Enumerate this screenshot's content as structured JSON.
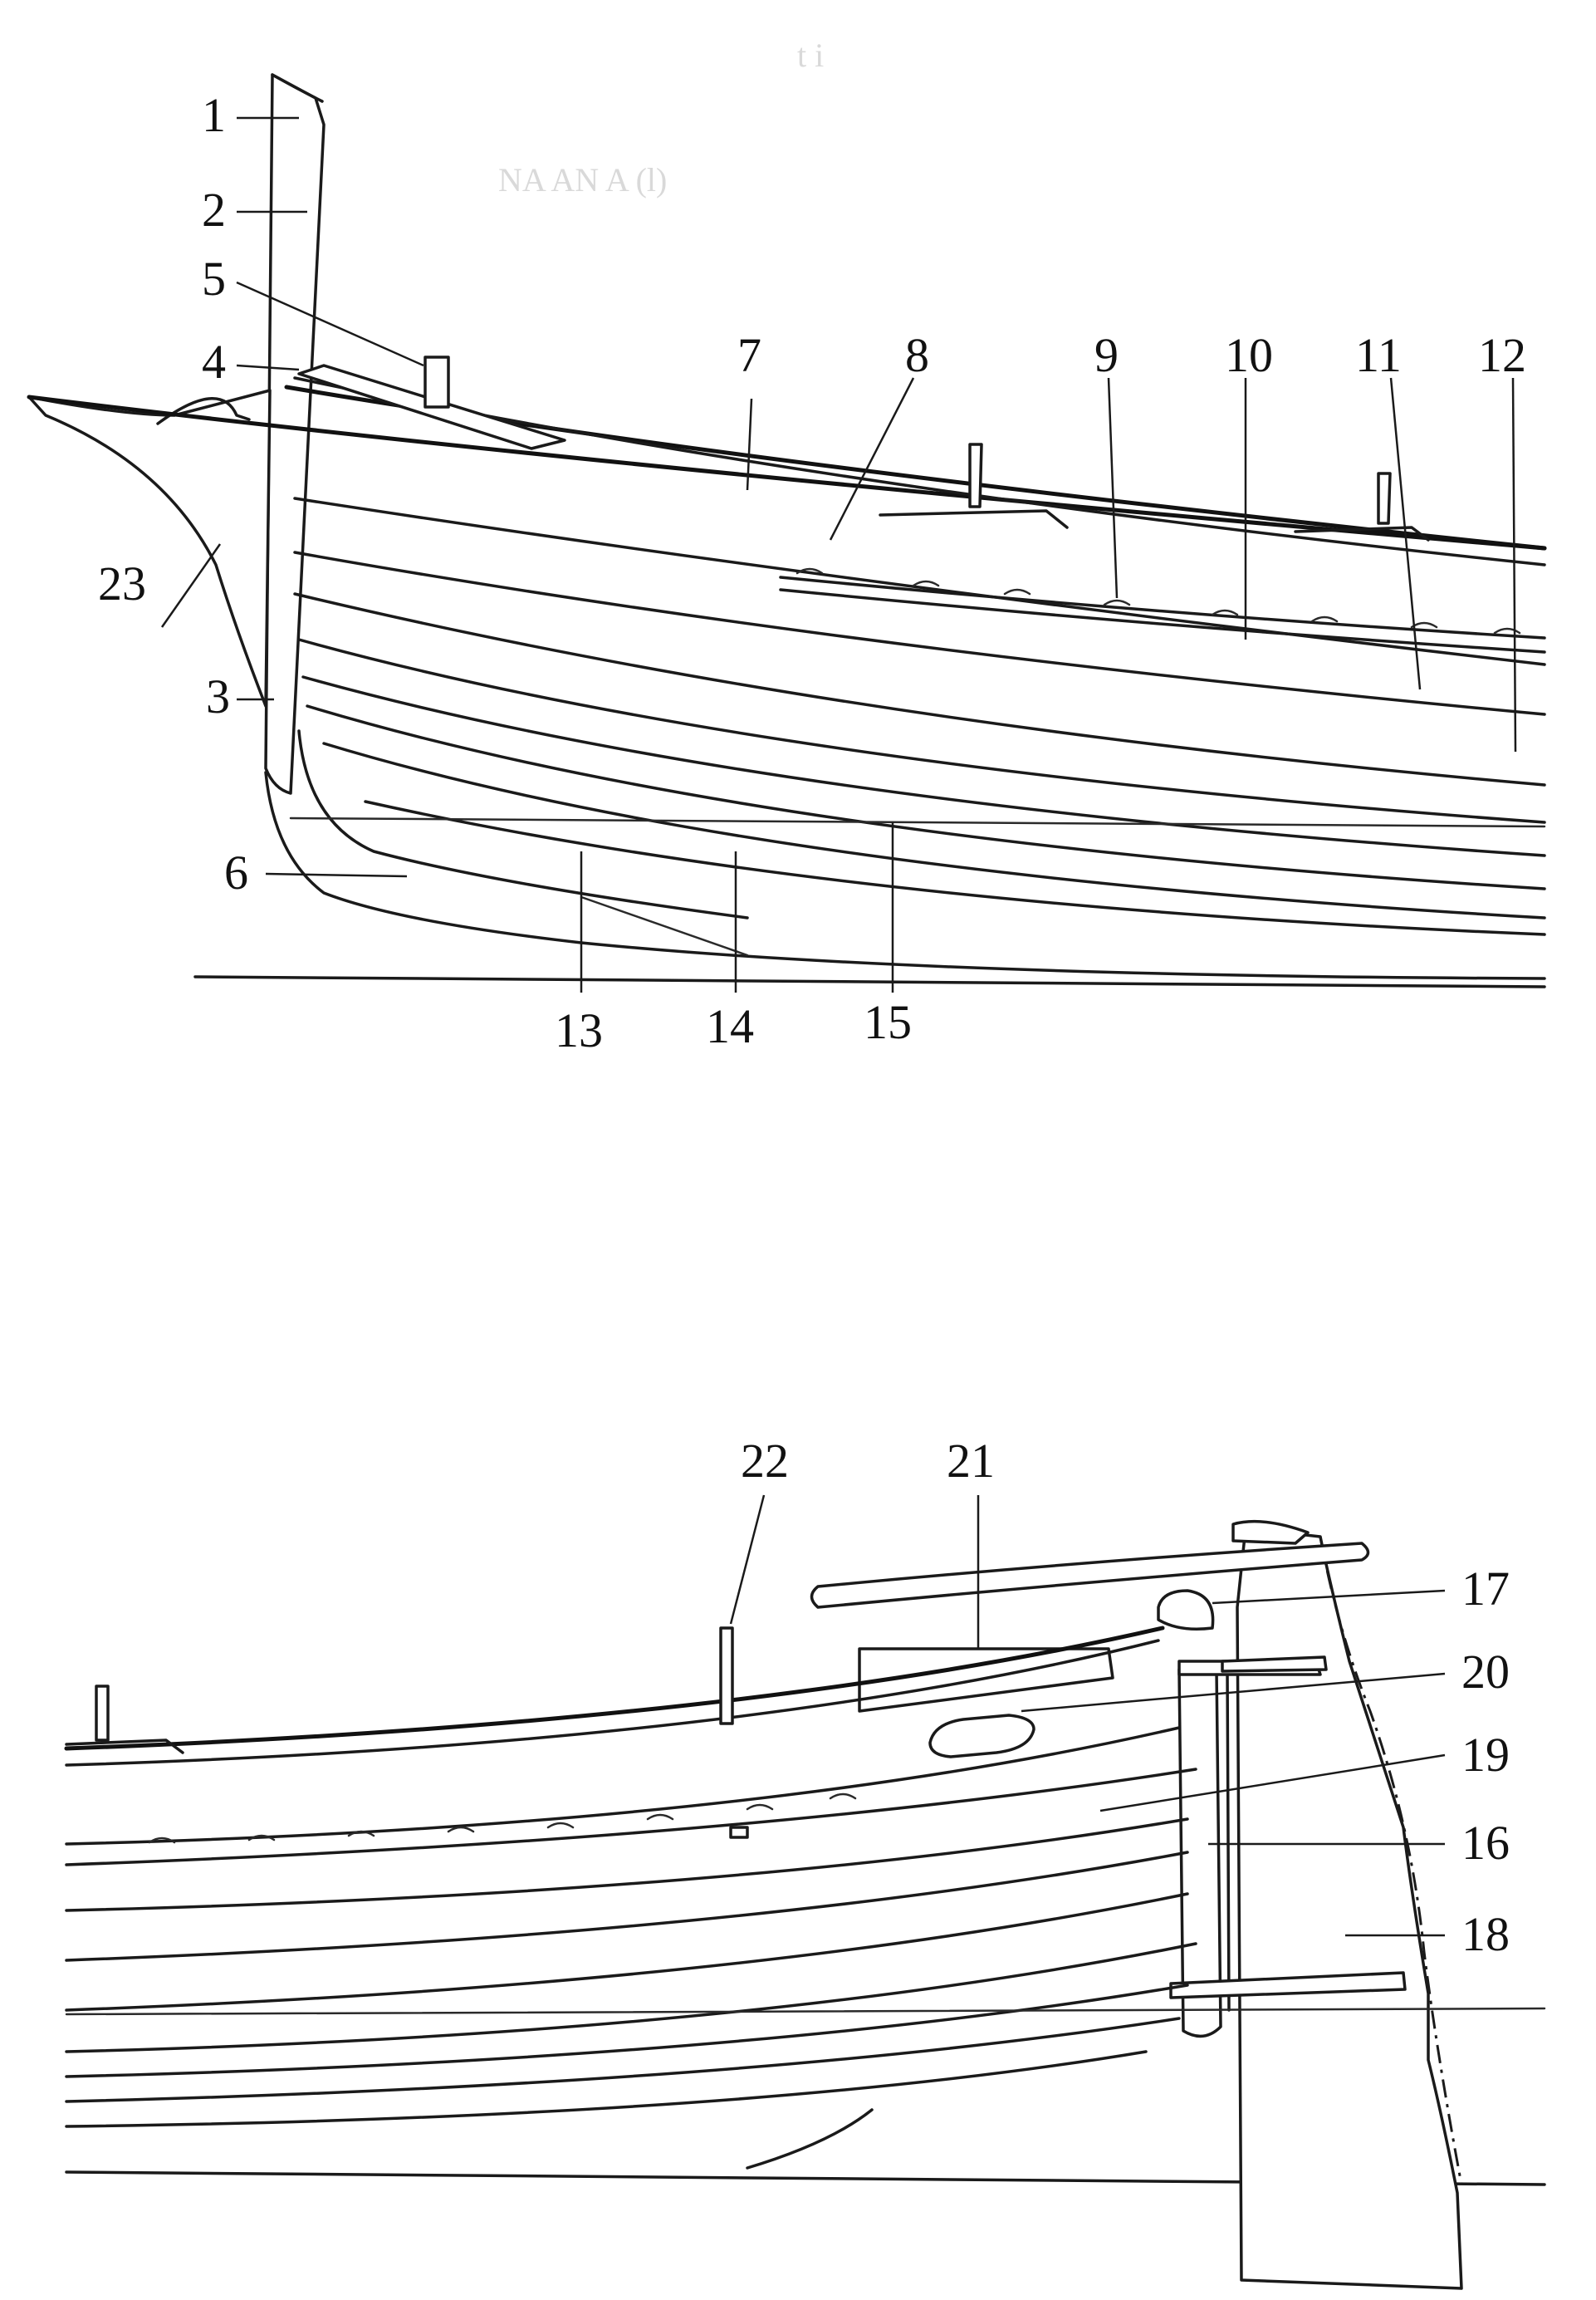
{
  "callouts": {
    "c1": "1",
    "c2": "2",
    "c3": "3",
    "c4": "4",
    "c5": "5",
    "c6": "6",
    "c7": "7",
    "c8": "8",
    "c9": "9",
    "c10": "10",
    "c11": "11",
    "c12": "12",
    "c13": "13",
    "c14": "14",
    "c15": "15",
    "c16": "16",
    "c17": "17",
    "c18": "18",
    "c19": "19",
    "c20": "20",
    "c21": "21",
    "c22": "22",
    "c23": "23"
  },
  "colors": {
    "ink": "#1a1a1a",
    "paper": "#ffffff"
  }
}
